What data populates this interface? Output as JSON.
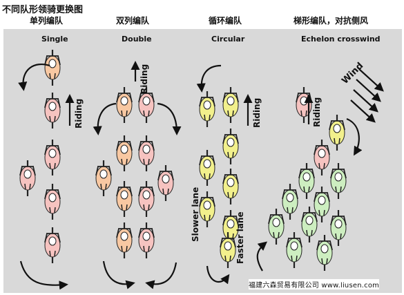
{
  "title": "不同队形领骑更换图",
  "formations": [
    {
      "cn": "单列编队",
      "en": "Single"
    },
    {
      "cn": "双列编队",
      "en": "Double"
    },
    {
      "cn": "循环编队",
      "en": "Circular"
    },
    {
      "cn": "梯形编队，对抗侧风",
      "en": "Echelon crosswind"
    }
  ],
  "labels": {
    "riding": "Riding",
    "slower_lane": "Slower lane",
    "faster_lane": "Faster lane",
    "wind": "Wind"
  },
  "watermark": "福建六森贸易有限公司 www.liusen.com",
  "colors": {
    "panel": "#d9d9d9",
    "pink": "#f6c3c0",
    "orange": "#f8c8a2",
    "yellow": "#f2f08c",
    "green": "#cdeec0",
    "rider_outline": "#222222"
  }
}
